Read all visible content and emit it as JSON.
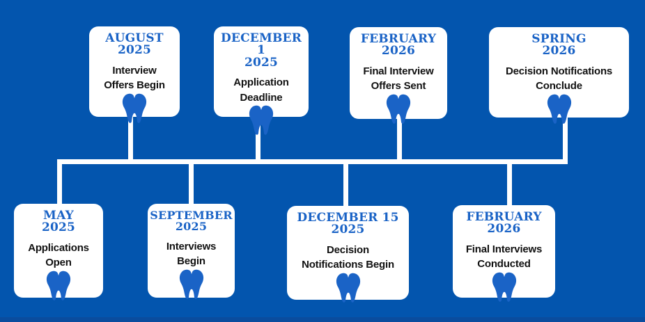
{
  "colors": {
    "background": "#0355ae",
    "bottom_strip": "#0a4c9e",
    "card_background": "#ffffff",
    "connector_line": "#ffffff",
    "date_text": "#1a63c6",
    "body_text": "#111111",
    "tooth_icon": "#1a63c6"
  },
  "milestones": {
    "top": [
      {
        "date1": "AUGUST",
        "date2": "2025",
        "line1": "Interview",
        "line2": "Offers Begin"
      },
      {
        "date1": "DECEMBER 1",
        "date2": "2025",
        "line1": "Application",
        "line2": "Deadline"
      },
      {
        "date1": "FEBRUARY",
        "date2": "2026",
        "line1": "Final Interview",
        "line2": "Offers Sent"
      },
      {
        "date1": "SPRING",
        "date2": "2026",
        "line1": "Decision Notifications",
        "line2": "Conclude"
      }
    ],
    "bottom": [
      {
        "date1": "MAY",
        "date2": "2025",
        "line1": "Applications",
        "line2": "Open"
      },
      {
        "date1": "SEPTEMBER",
        "date2": "2025",
        "line1": "Interviews",
        "line2": "Begin"
      },
      {
        "date1": "DECEMBER 15",
        "date2": "2025",
        "line1": "Decision",
        "line2": "Notifications Begin"
      },
      {
        "date1": "FEBRUARY",
        "date2": "2026",
        "line1": "Final Interviews",
        "line2": "Conducted"
      }
    ]
  }
}
